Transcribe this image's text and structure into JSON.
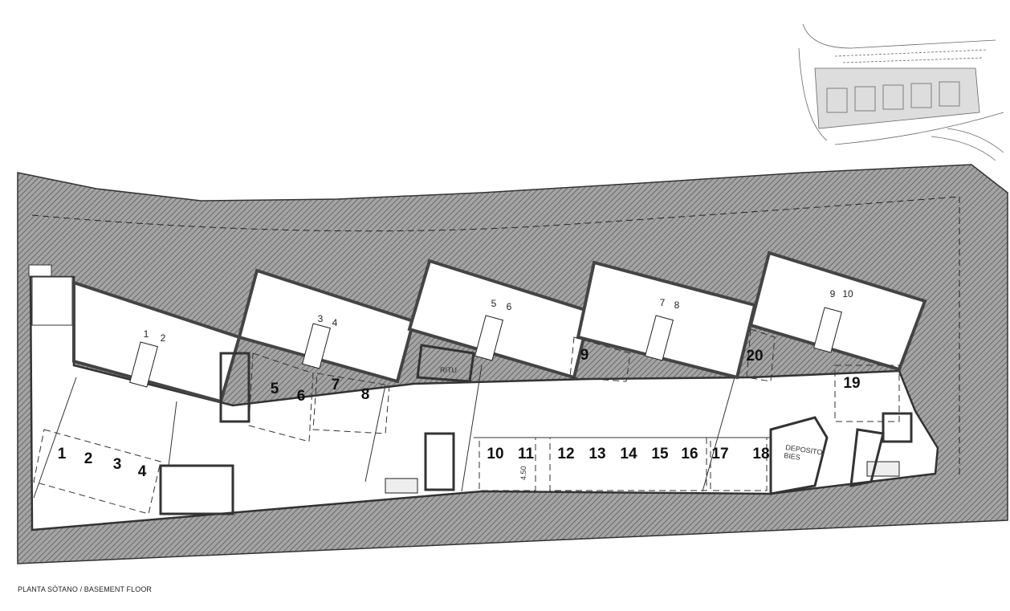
{
  "caption": "PLANTA SÓTANO / BASEMENT FLOOR",
  "parking_spaces": [
    "1",
    "2",
    "3",
    "4",
    "5",
    "6",
    "7",
    "8",
    "9",
    "10",
    "11",
    "12",
    "13",
    "14",
    "15",
    "16",
    "17",
    "18",
    "19",
    "20"
  ],
  "unit_numbers": [
    "1",
    "2",
    "3",
    "4",
    "5",
    "6",
    "7",
    "8",
    "9",
    "10"
  ],
  "room_labels": {
    "ritu": "RITU",
    "deposito_line1": "DEPOSITO",
    "deposito_line2": "BIES",
    "dimension": "4.50"
  },
  "colors": {
    "hatch_fill": "#9c9c9c",
    "hatch_line": "#555555",
    "wall": "#333333"
  }
}
